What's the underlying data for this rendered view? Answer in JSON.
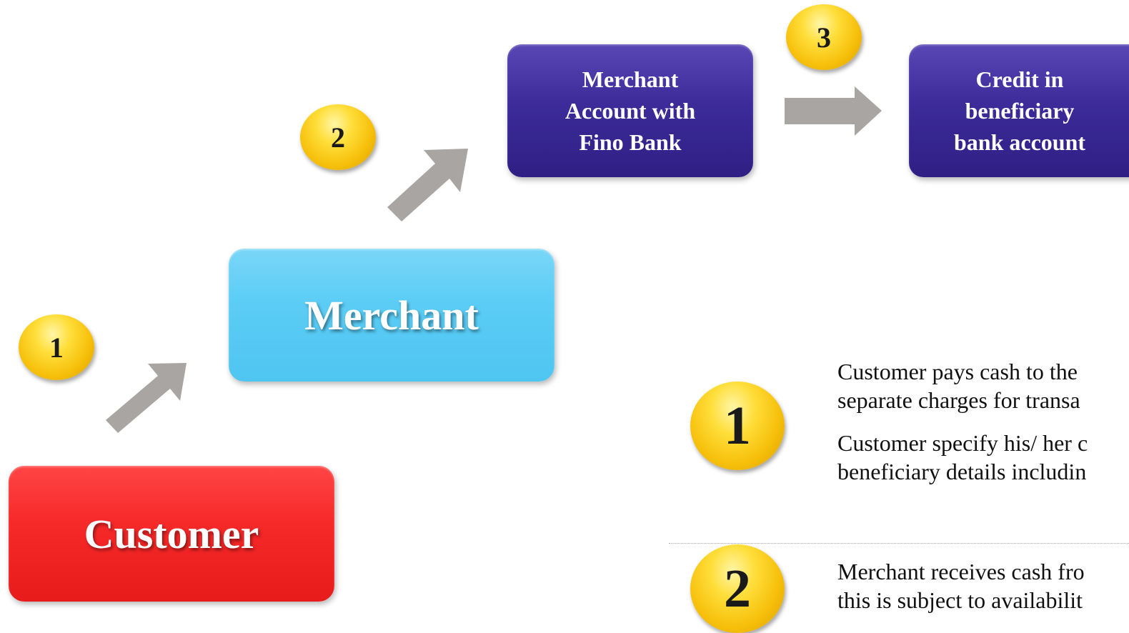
{
  "flow": {
    "customer_label": "Customer",
    "merchant_label": "Merchant",
    "merchant_account_lines": [
      "Merchant",
      "Account with",
      "Fino Bank"
    ],
    "credit_lines": [
      "Credit in",
      "beneficiary",
      "bank account"
    ],
    "step_badges": [
      "1",
      "2",
      "3"
    ]
  },
  "notes": {
    "step1_badge": "1",
    "step1_lines": [
      "Customer pays cash to the",
      "separate charges for transa",
      "Customer specify his/ her c",
      "beneficiary details includin"
    ],
    "step2_badge": "2",
    "step2_lines": [
      "Merchant receives cash fro",
      "this is subject to availabilit"
    ]
  },
  "colors": {
    "customer_box": "#f72a2a",
    "merchant_box": "#5bcdf6",
    "bank_boxes": "#3c2b99",
    "badges": "#f6bf0a",
    "arrows": "#a8a5a3"
  }
}
